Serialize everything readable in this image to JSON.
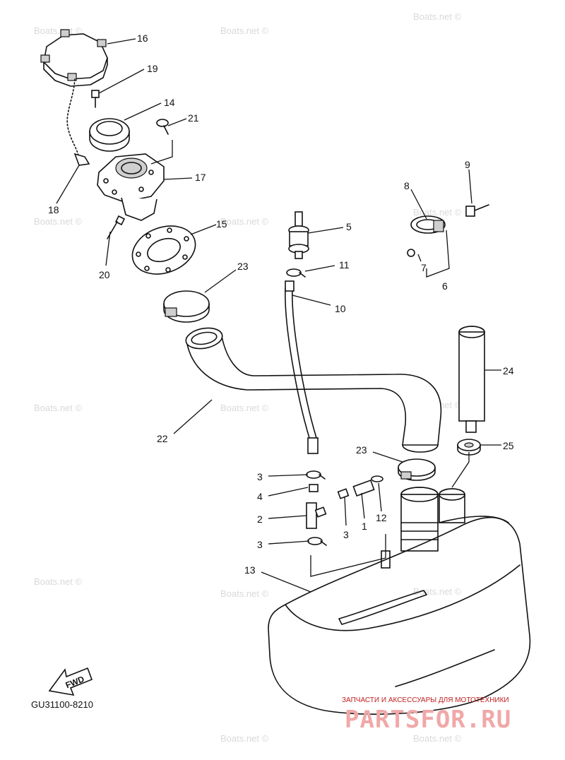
{
  "watermarks": [
    "Boats.net ©",
    "Boats.net ©",
    "Boats.net ©",
    "Boats.net ©",
    "Boats.net ©",
    "Boats.net ©",
    "Boats.net ©",
    "Boats.net ©",
    "Boats.net ©",
    "Boats.net ©",
    "Boats.net ©",
    "Boats.net ©",
    "Boats.net ©",
    "Boats.net ©"
  ],
  "part_numbers": [
    "16",
    "19",
    "14",
    "21",
    "17",
    "18",
    "20",
    "15",
    "23",
    "22",
    "10",
    "5",
    "11",
    "8",
    "9",
    "7",
    "6",
    "24",
    "25",
    "23",
    "3",
    "4",
    "2",
    "3",
    "3",
    "1",
    "12",
    "13"
  ],
  "diagram_code": "GU31100-8210",
  "fwd_label": "FWD",
  "brand": {
    "tagline": "ЗАПЧАСТИ И АКСЕССУАРЫ ДЛЯ МОТОТЕХНИКИ",
    "name": "PARTSFOR.RU"
  }
}
